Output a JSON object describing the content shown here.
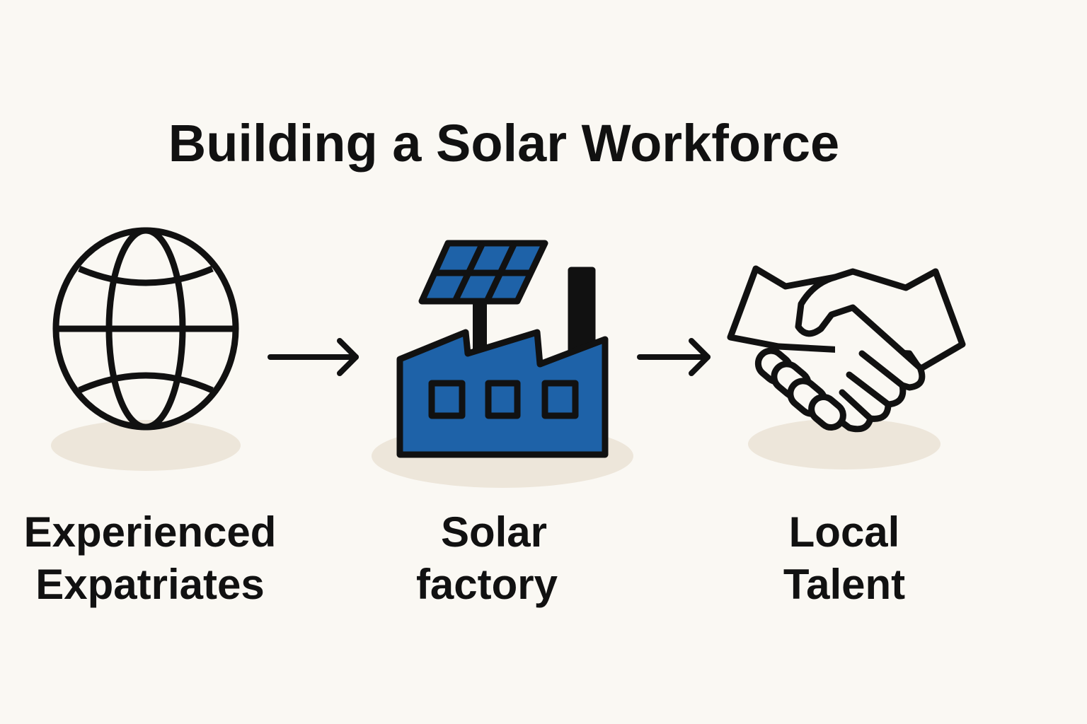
{
  "title": "Building a Solar Workforce",
  "steps": [
    {
      "icon": "globe-icon",
      "line1": "Experienced",
      "line2": "Expatriates"
    },
    {
      "icon": "solar-factory-icon",
      "line1": "Solar",
      "line2": "factory"
    },
    {
      "icon": "handshake-icon",
      "line1": "Local",
      "line2": "Talent"
    }
  ],
  "colors": {
    "background": "#faf8f3",
    "accent_blue": "#1e62a8",
    "shadow": "#ede6da",
    "ink": "#111111"
  }
}
